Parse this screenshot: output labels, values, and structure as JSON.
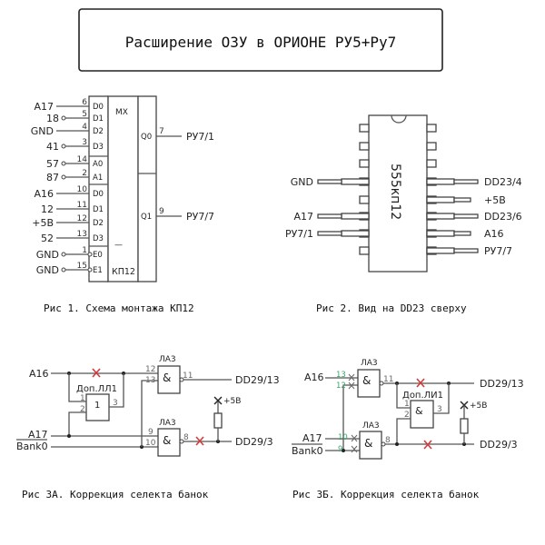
{
  "title": "Расширение ОЗУ в ОРИОНЕ РУ5+Ру7",
  "fig1": {
    "caption": "Рис 1. Схема монтажа КП12",
    "chip_label": "MX",
    "chip_name": "КП12",
    "enable_bar": "—",
    "inputs": [
      {
        "signal": "A17",
        "pin": "6",
        "port": "D0",
        "circle": false
      },
      {
        "signal": "18",
        "pin": "5",
        "port": "D1",
        "circle": true
      },
      {
        "signal": "GND",
        "pin": "4",
        "port": "D2",
        "circle": false
      },
      {
        "signal": "41",
        "pin": "3",
        "port": "D3",
        "circle": true
      },
      {
        "signal": "57",
        "pin": "14",
        "port": "A0",
        "circle": true
      },
      {
        "signal": "87",
        "pin": "2",
        "port": "A1",
        "circle": true
      },
      {
        "signal": "A16",
        "pin": "10",
        "port": "D0",
        "circle": false
      },
      {
        "signal": "12",
        "pin": "11",
        "port": "D1",
        "circle": false
      },
      {
        "signal": "+5В",
        "pin": "12",
        "port": "D2",
        "circle": false
      },
      {
        "signal": "52",
        "pin": "13",
        "port": "D3",
        "circle": false
      },
      {
        "signal": "GND",
        "pin": "1",
        "port": "E0",
        "circle": true
      },
      {
        "signal": "GND",
        "pin": "15",
        "port": "E1",
        "circle": true
      }
    ],
    "outputs": [
      {
        "port": "Q0",
        "pin": "7",
        "signal": "РУ7/1"
      },
      {
        "port": "Q1",
        "pin": "9",
        "signal": "РУ7/7"
      }
    ]
  },
  "fig2": {
    "caption": "Рис 2. Вид на DD23 сверху",
    "chip_name": "555кп12",
    "left_pins": [
      "",
      "",
      "",
      "GND",
      "",
      "A17",
      "РУ7/1",
      ""
    ],
    "right_pins": [
      "",
      "",
      "",
      "DD23/4",
      "+5В",
      "DD23/6",
      "A16",
      "РУ7/7"
    ]
  },
  "fig3a": {
    "caption": "Рис 3А. Коррекция селекта банок",
    "inputs": [
      "A16",
      "A17",
      "Bank0"
    ],
    "extra_gate": {
      "name": "Доп.ЛЛ1",
      "symbol": "1",
      "pins": [
        "1",
        "2",
        "3"
      ]
    },
    "gate1": {
      "name": "ЛА3",
      "symbol": "&",
      "pins": [
        "12",
        "13",
        "11"
      ]
    },
    "gate2": {
      "name": "ЛА3",
      "symbol": "&",
      "pins": [
        "9",
        "10",
        "8"
      ]
    },
    "outputs": [
      "DD29/13",
      "DD29/3"
    ],
    "power": "+5В"
  },
  "fig3b": {
    "caption": "Рис 3Б. Коррекция селекта банок",
    "inputs": [
      "A16",
      "A17",
      "Bank0"
    ],
    "gate1": {
      "name": "ЛА3",
      "symbol": "&",
      "pins": [
        "13",
        "12",
        "11"
      ]
    },
    "gate2": {
      "name": "ЛА3",
      "symbol": "&",
      "pins": [
        "10",
        "9",
        "8"
      ]
    },
    "extra_gate": {
      "name": "Доп.ЛИ1",
      "symbol": "&",
      "pins": [
        "1",
        "2",
        "3"
      ]
    },
    "outputs": [
      "DD29/13",
      "DD29/3"
    ],
    "power": "+5В"
  },
  "colors": {
    "cut_mark": "#d23b3b",
    "new_pin": "#3aa66a"
  }
}
